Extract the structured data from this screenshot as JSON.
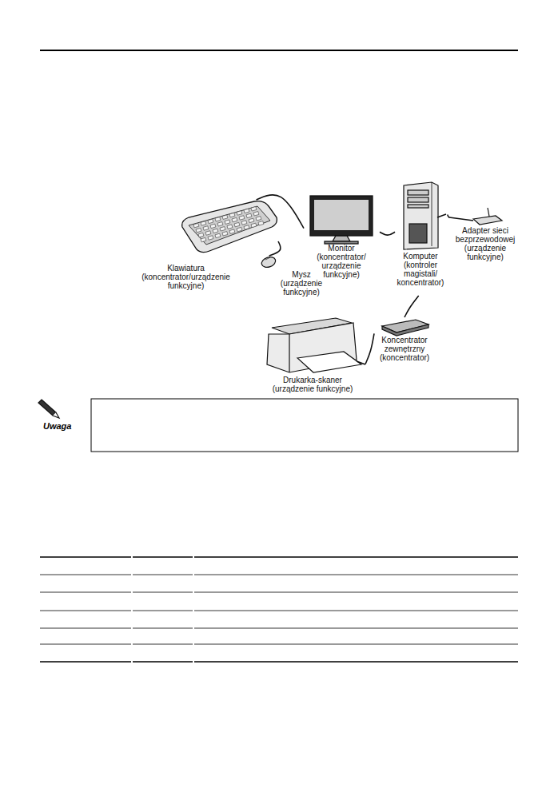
{
  "diagram": {
    "nodes": [
      {
        "text": [
          "Klawiatura (koncentrator/urządzenie funkcyjne)"
        ]
      },
      {
        "text": [
          "Mysz (urządzenie funkcyjne)"
        ]
      },
      {
        "text": [
          "Monitor (koncentrator/ urządzenie funkcyjne)"
        ]
      },
      {
        "text": [
          "Komputer (kontroler magistali/ koncentrator)"
        ]
      },
      {
        "text": [
          "Adapter sieci bezprzewodowej (urządzenie funkcyjne)"
        ]
      },
      {
        "text": [
          "Drukarka-skaner (urządzenie funkcyjne)"
        ]
      },
      {
        "text": [
          "Koncentrator zewnętrzny (koncentrator)"
        ]
      }
    ],
    "edges": [
      {
        "from": 0,
        "to": 2,
        "arrow": "none"
      },
      {
        "from": 1,
        "to": 0,
        "arrow": "none"
      },
      {
        "from": 2,
        "to": 3,
        "arrow": "none"
      },
      {
        "from": 3,
        "to": 4,
        "arrow": "none"
      },
      {
        "from": 3,
        "to": 6,
        "arrow": "none"
      },
      {
        "from": 6,
        "to": 5,
        "arrow": "none"
      }
    ],
    "labels": [
      "Uwaga"
    ]
  }
}
